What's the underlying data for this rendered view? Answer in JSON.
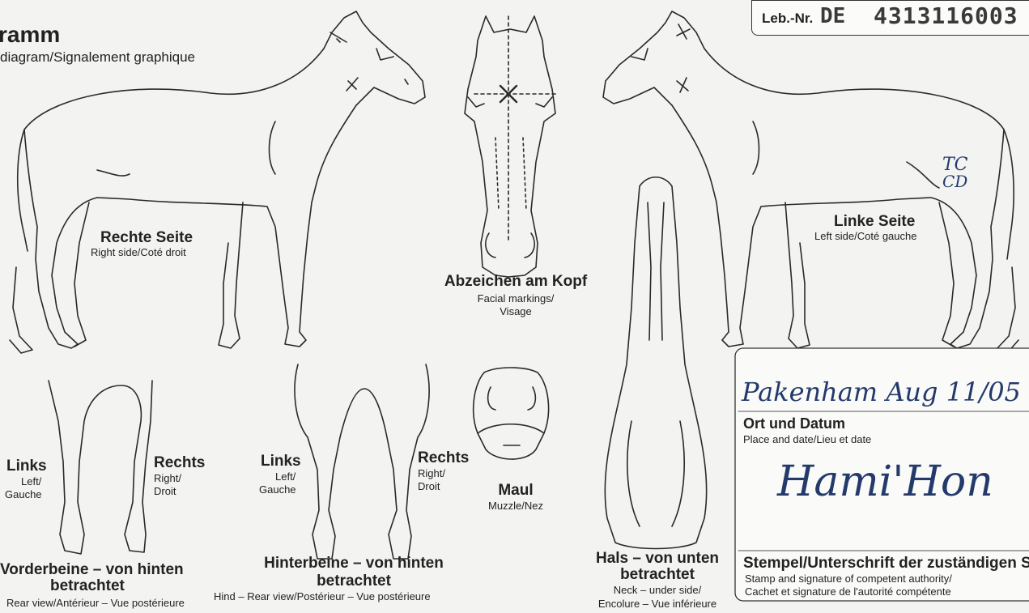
{
  "header": {
    "title": "ramm",
    "subtitle": "diagram/Signalement graphique"
  },
  "leb_nr": {
    "label": "Leb.-Nr.",
    "country": "DE",
    "number": "4313116003"
  },
  "views": {
    "right_side": {
      "title": "Rechte Seite",
      "subtitle": "Right side/Coté droit"
    },
    "left_side": {
      "title": "Linke Seite",
      "subtitle": "Left side/Coté gauche"
    },
    "head": {
      "title": "Abzeichen am Kopf",
      "subtitle1": "Facial markings/",
      "subtitle2": "Visage"
    },
    "muzzle": {
      "title": "Maul",
      "subtitle": "Muzzle/Nez"
    },
    "front_legs": {
      "links_title": "Links",
      "links_sub1": "Left/",
      "links_sub2": "Gauche",
      "rechts_title": "Rechts",
      "rechts_sub1": "Right/",
      "rechts_sub2": "Droit",
      "title1": "Vorderbeine – von hinten",
      "title2": "betrachtet",
      "subtitle": "Rear view/Antérieur – Vue postérieure"
    },
    "hind_legs": {
      "links_title": "Links",
      "links_sub1": "Left/",
      "links_sub2": "Gauche",
      "rechts_title": "Rechts",
      "rechts_sub1": "Right/",
      "rechts_sub2": "Droit",
      "title1": "Hinterbeine – von hinten",
      "title2": "betrachtet",
      "subtitle": "Hind – Rear view/Postérieur – Vue postérieure"
    },
    "neck": {
      "title1": "Hals – von unten",
      "title2": "betrachtet",
      "subtitle1": "Neck – under side/",
      "subtitle2": "Encolure – Vue inférieure"
    }
  },
  "place_date": {
    "handwritten": "Pakenham Aug 11/05",
    "label": "Ort und Datum",
    "sublabel": "Place and date/Lieu et date"
  },
  "stamp": {
    "signature": "Hami'Hon",
    "label": "Stempel/Unterschrift der zuständigen S",
    "sublabel1": "Stamp and signature of competent authority/",
    "sublabel2": "Cachet et signature de l'autorité compétente"
  },
  "markings": {
    "left_side_initials1": "TC",
    "left_side_initials2": "CD"
  }
}
